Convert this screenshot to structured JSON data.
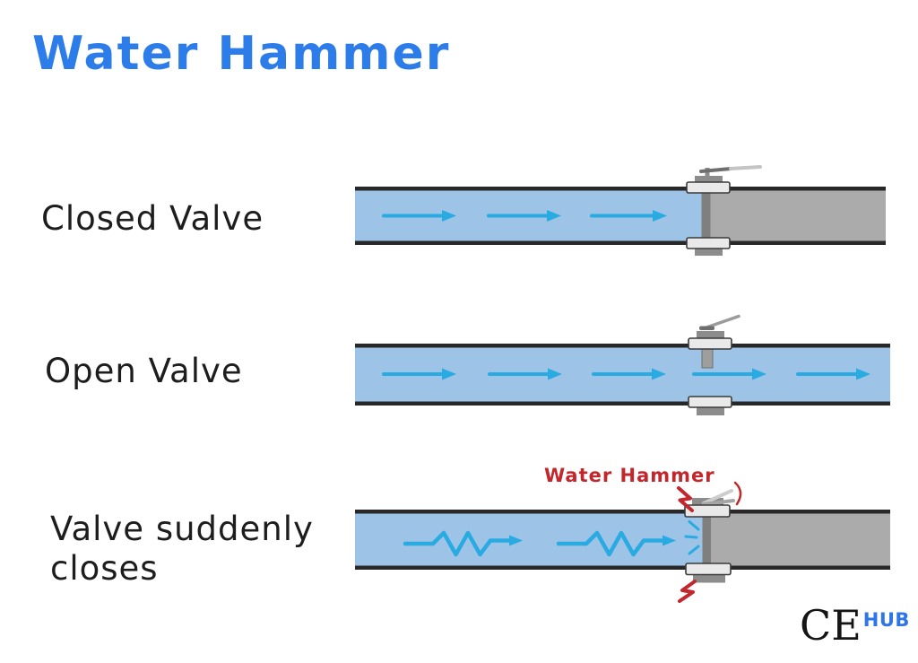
{
  "title": {
    "text": "Water Hammer"
  },
  "rows": [
    {
      "label": "Closed Valve",
      "valve_state": "closed",
      "flow_arrows": 3,
      "arrow_style": "straight"
    },
    {
      "label": "Open Valve",
      "valve_state": "open",
      "flow_arrows": 5,
      "arrow_style": "straight"
    },
    {
      "label": "Valve suddenly closes",
      "valve_state": "suddenly-closed",
      "flow_arrows": 2,
      "arrow_style": "zigzag-pressure-wave",
      "annotation": "Water Hammer"
    }
  ],
  "logo": {
    "primary": "CE",
    "secondary": "HUB"
  },
  "colors": {
    "title_blue": "#2c7de9",
    "water": "#9dc3e6",
    "flow_arrow": "#29abe2",
    "pipe_wall": "#282828",
    "empty_pipe": "#ababab",
    "valve_flange": "#e9e9e9",
    "valve_gate": "#7f7f7f",
    "hammer_red": "#c1272d",
    "logo_blue": "#2e75e8",
    "label_black": "#1d1d1d"
  }
}
